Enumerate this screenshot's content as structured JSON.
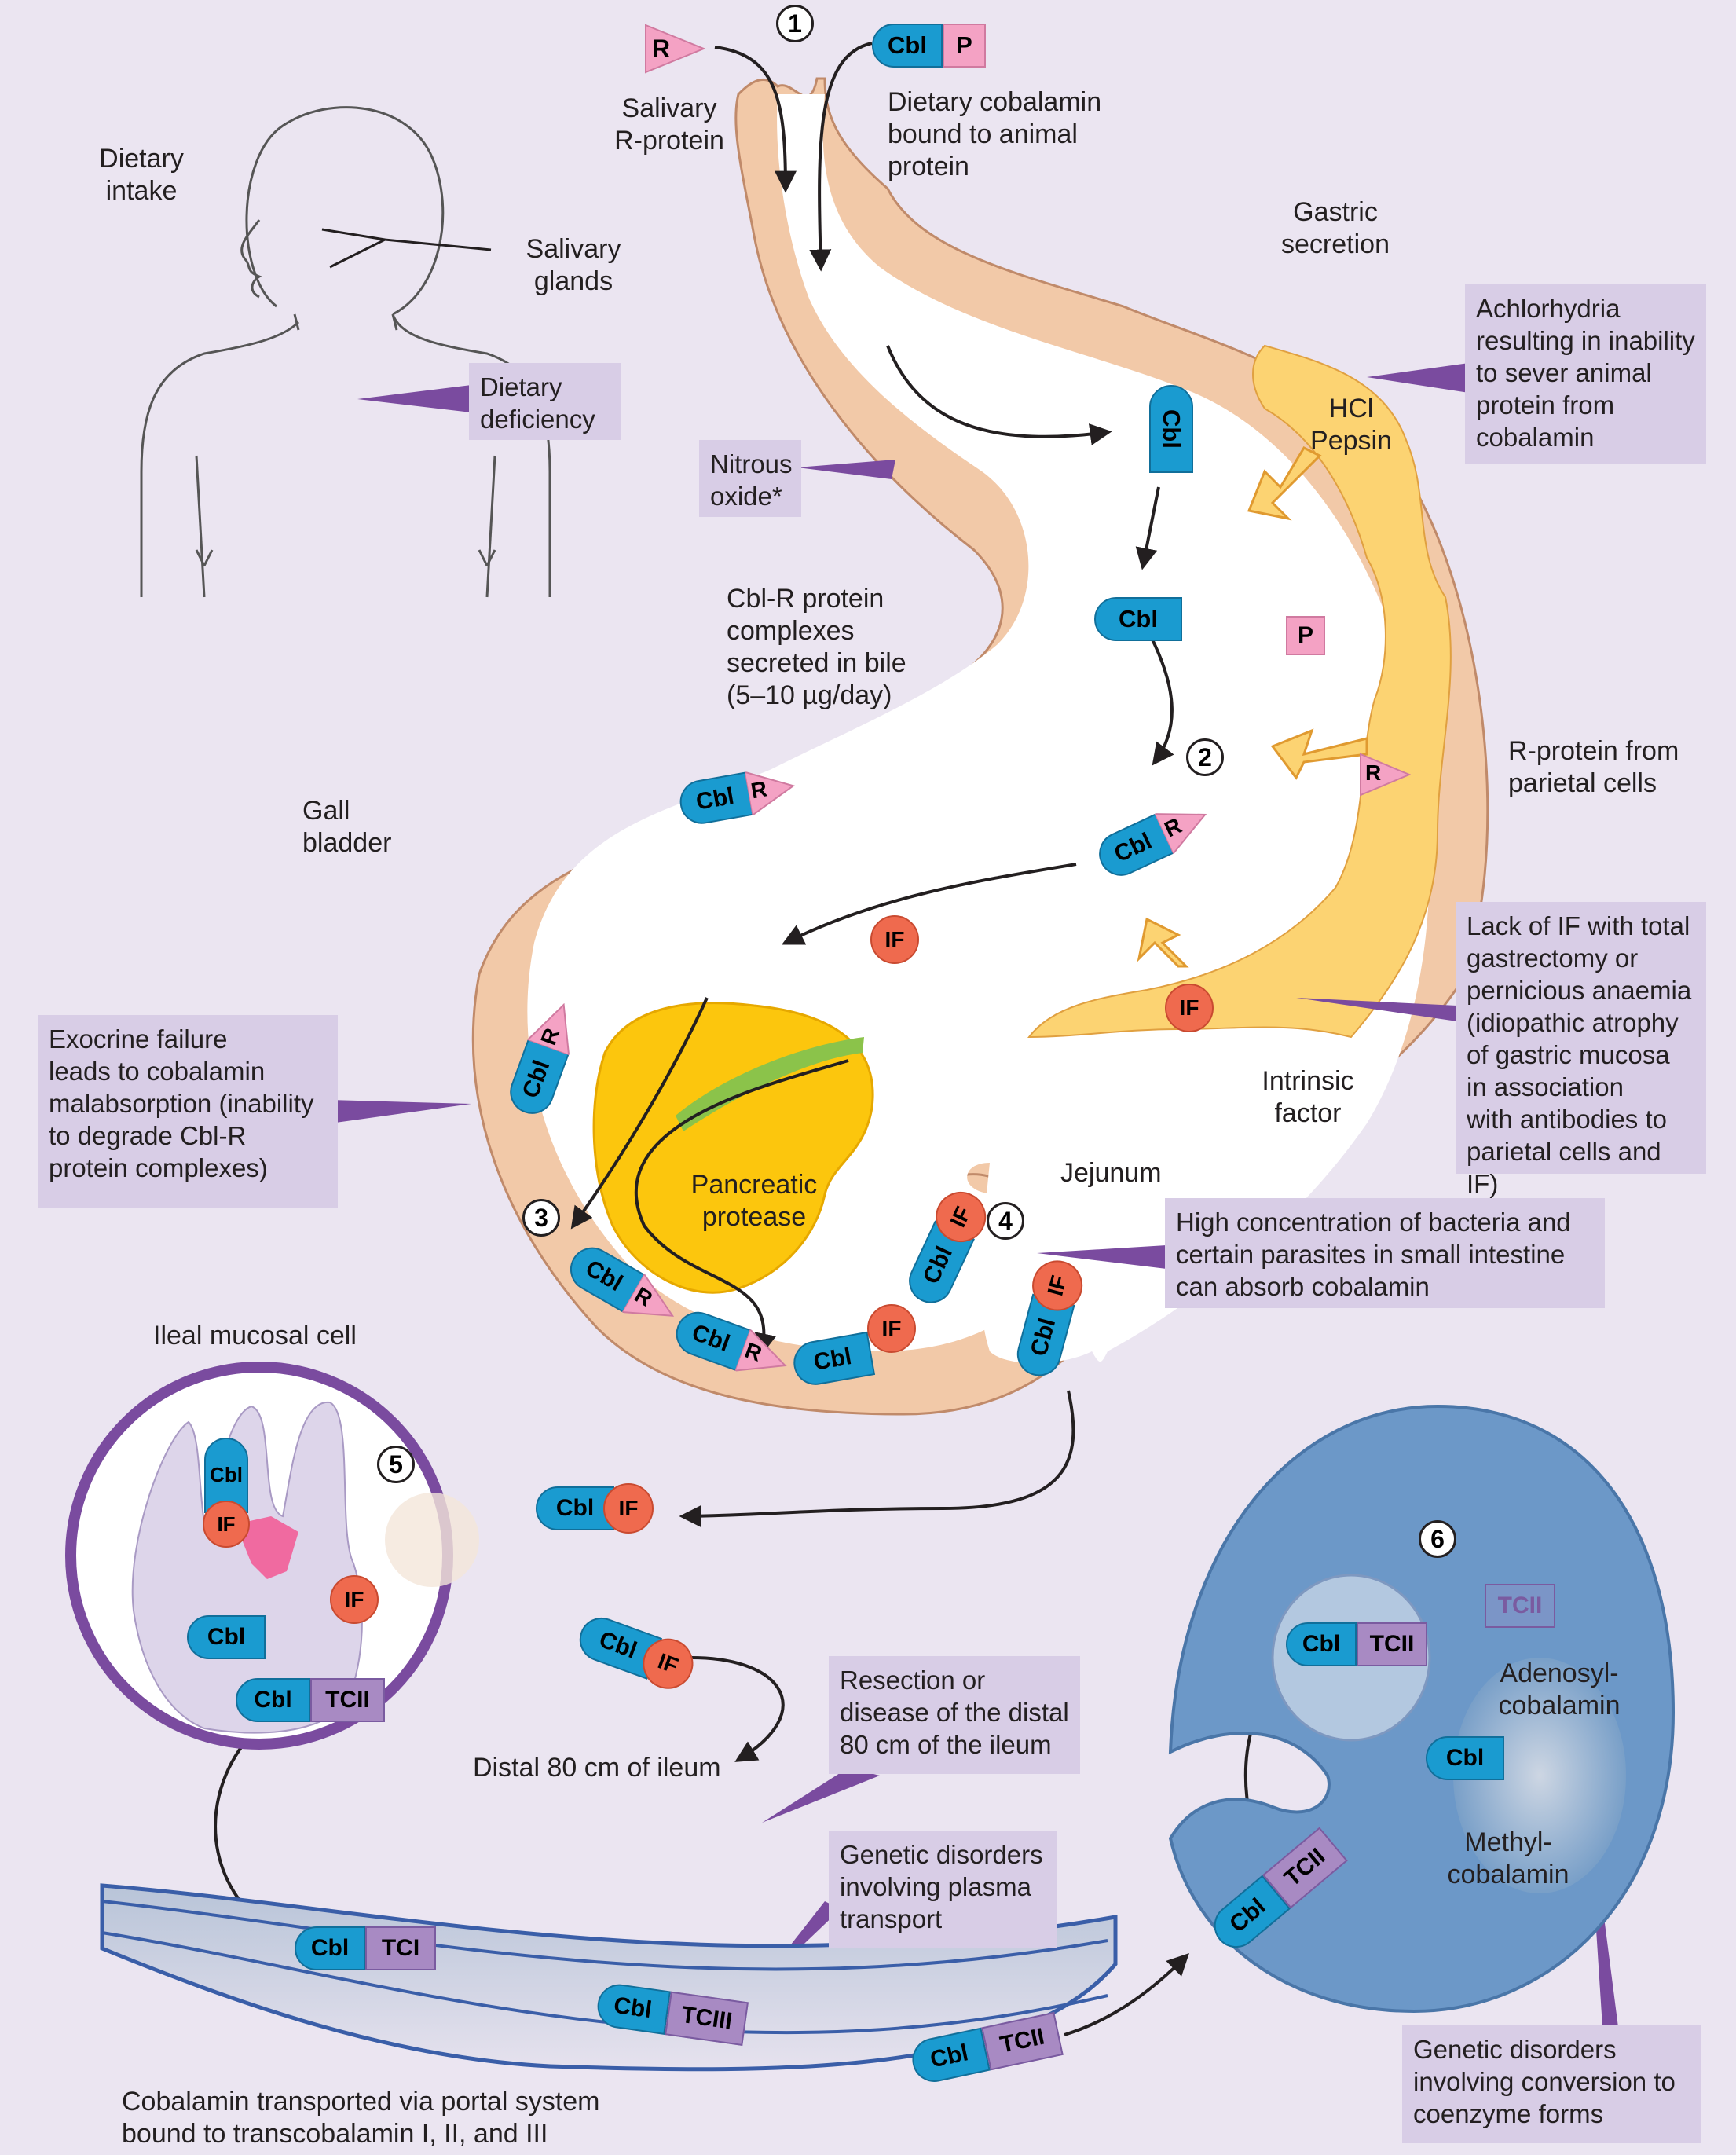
{
  "steps": [
    "1",
    "2",
    "3",
    "4",
    "5",
    "6"
  ],
  "labels": {
    "dietary_intake": "Dietary\nintake",
    "salivary_glands": "Salivary\nglands",
    "salivary_rprotein": "Salivary\nR-protein",
    "dietary_cobalamin": "Dietary cobalamin\nbound to animal\nprotein",
    "gastric_secretion": "Gastric\nsecretion",
    "hcl_pepsin": "HCl\nPepsin",
    "cbl_r_bile": "Cbl-R protein\ncomplexes\nsecreted in bile\n(5–10 µg/day)",
    "gall_bladder": "Gall\nbladder",
    "rprotein_parietal": "R-protein from\nparietal cells",
    "intrinsic_factor": "Intrinsic\nfactor",
    "pancreatic_protease": "Pancreatic\nprotease",
    "jejunum": "Jejunum",
    "ileal_mucosal_cell": "Ileal mucosal cell",
    "distal_ileum": "Distal 80 cm of ileum",
    "adenosylcobalamin": "Adenosyl-\ncobalamin",
    "methylcobalamin": "Methyl-\ncobalamin",
    "portal_transport": "Cobalamin transported via portal system\nbound to transcobalamin I, II, and III"
  },
  "callouts": {
    "dietary_deficiency": "Dietary\ndeficiency",
    "nitrous_oxide": "Nitrous\noxide*",
    "achlorhydria": "Achlorhydria\nresulting in inability\nto sever animal\nprotein from\ncobalamin",
    "lack_of_if": "Lack of IF with total\ngastrectomy or\npernicious anaemia\n(idiopathic atrophy\nof gastric mucosa\nin association\nwith antibodies to\nparietal cells and IF)",
    "exocrine_failure": "Exocrine failure\nleads to cobalamin\nmalabsorption (inability\nto degrade Cbl-R\nprotein complexes)",
    "bacteria": "High concentration of bacteria and\ncertain parasites in small intestine\ncan absorb cobalamin",
    "resection": "Resection or\ndisease of the distal\n80 cm of the ileum",
    "genetic_plasma": "Genetic disorders\ninvolving plasma\ntransport",
    "genetic_coenzyme": "Genetic disorders\ninvolving conversion to\ncoenzyme forms"
  },
  "tokens": {
    "cbl": "Cbl",
    "r": "R",
    "p": "P",
    "if": "IF",
    "tci": "TCI",
    "tcii": "TCII",
    "tciii": "TCIII"
  },
  "colors": {
    "background": "#ebe5f1",
    "stomach_wall": "#f2c9a8",
    "gastric_mucosa": "#fcd372",
    "pancreas": "#fcc60d",
    "cobalamin": "#1a9bd0",
    "r_protein": "#f4a2c4",
    "intrinsic_factor": "#ef6a4e",
    "transcobalamin": "#a88ac3",
    "callout_box": "#d8cde6",
    "callout_pointer": "#7a4b9f",
    "cell": "#6c98c8",
    "mucosal_cell_ring": "#7a4b9f"
  }
}
